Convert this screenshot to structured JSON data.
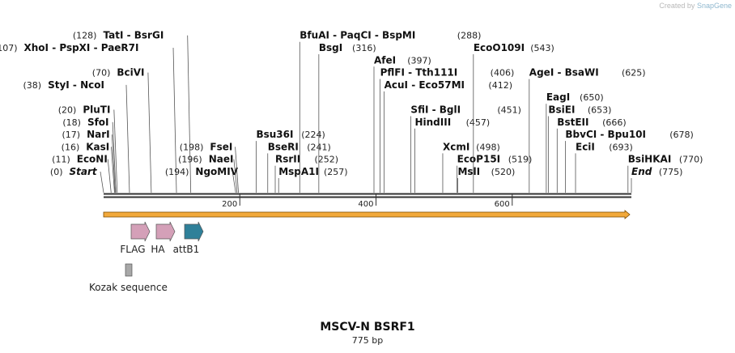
{
  "credit": {
    "prefix": "Created by",
    "brand": "SnapGene"
  },
  "title": "MSCV-N BSRF1",
  "length_label": "775 bp",
  "sequence_length": 775,
  "ticks": [
    {
      "pos": 200,
      "label": "200"
    },
    {
      "pos": 400,
      "label": "400"
    },
    {
      "pos": 600,
      "label": "600"
    }
  ],
  "colors": {
    "backbone": "#333333",
    "orf_fill": "#f2a93b",
    "orf_stroke": "#7a4a00",
    "flag": "#d4a0b8",
    "ha": "#d4a0b8",
    "attb1": "#2f8099",
    "kozak": "#a8a8a8"
  },
  "sites": [
    {
      "name": "Start",
      "pos": 0,
      "num": "(0)",
      "italic": true,
      "row": 0,
      "side": "left"
    },
    {
      "name": "EcoNI",
      "pos": 11,
      "num": "(11)",
      "row": 1,
      "side": "left"
    },
    {
      "name": "KasI",
      "pos": 16,
      "num": "(16)",
      "row": 2,
      "side": "left"
    },
    {
      "name": "NarI",
      "pos": 17,
      "num": "(17)",
      "row": 3,
      "side": "left"
    },
    {
      "name": "SfoI",
      "pos": 18,
      "num": "(18)",
      "row": 4,
      "side": "left"
    },
    {
      "name": "PluTI",
      "pos": 20,
      "num": "(20)",
      "row": 5,
      "side": "left"
    },
    {
      "name": "StyI  -  NcoI",
      "pos": 38,
      "num": "(38)",
      "row": 7,
      "side": "left"
    },
    {
      "name": "BciVI",
      "pos": 70,
      "num": "(70)",
      "row": 8,
      "side": "left"
    },
    {
      "name": "XhoI  -  PspXI  -  PaeR7I",
      "pos": 107,
      "num": "(107)",
      "row": 10,
      "side": "left"
    },
    {
      "name": "TatI  -  BsrGI",
      "pos": 128,
      "num": "(128)",
      "row": 11,
      "side": "left"
    },
    {
      "name": "NgoMIV",
      "pos": 194,
      "num": "(194)",
      "row": 0,
      "side": "left"
    },
    {
      "name": "NaeI",
      "pos": 196,
      "num": "(196)",
      "row": 1,
      "side": "left"
    },
    {
      "name": "FseI",
      "pos": 198,
      "num": "(198)",
      "row": 2,
      "side": "left"
    },
    {
      "name": "MspA1I",
      "pos": 257,
      "num": "(257)",
      "row": 0,
      "side": "right"
    },
    {
      "name": "RsrII",
      "pos": 252,
      "num": "(252)",
      "row": 1,
      "side": "right"
    },
    {
      "name": "BseRI",
      "pos": 241,
      "num": "(241)",
      "row": 2,
      "side": "right"
    },
    {
      "name": "Bsu36I",
      "pos": 224,
      "num": "(224)",
      "row": 3,
      "side": "right"
    },
    {
      "name": "BsgI",
      "pos": 316,
      "num": "(316)",
      "row": 10,
      "side": "right"
    },
    {
      "name": "BfuAI  -  PaqCI  -  BspMI",
      "pos": 288,
      "num": "(288)",
      "row": 11,
      "side": "right"
    },
    {
      "name": "AfeI",
      "pos": 397,
      "num": "(397)",
      "row": 9,
      "side": "right"
    },
    {
      "name": "PflFI  -  Tth111I",
      "pos": 406,
      "num": "(406)",
      "row": 8,
      "side": "right"
    },
    {
      "name": "AcuI  -  Eco57MI",
      "pos": 412,
      "num": "(412)",
      "row": 7,
      "side": "right"
    },
    {
      "name": "SfiI  -  BglI",
      "pos": 451,
      "num": "(451)",
      "row": 5,
      "side": "right"
    },
    {
      "name": "HindIII",
      "pos": 457,
      "num": "(457)",
      "row": 4,
      "side": "right"
    },
    {
      "name": "XcmI",
      "pos": 498,
      "num": "(498)",
      "row": 2,
      "side": "right"
    },
    {
      "name": "EcoP15I",
      "pos": 519,
      "num": "(519)",
      "row": 1,
      "side": "right"
    },
    {
      "name": "MslI",
      "pos": 520,
      "num": "(520)",
      "row": 0,
      "side": "right"
    },
    {
      "name": "EcoO109I",
      "pos": 543,
      "num": "(543)",
      "row": 10,
      "side": "right"
    },
    {
      "name": "AgeI  -  BsaWI",
      "pos": 625,
      "num": "(625)",
      "row": 8,
      "side": "right"
    },
    {
      "name": "EagI",
      "pos": 650,
      "num": "(650)",
      "row": 6,
      "side": "right"
    },
    {
      "name": "BsiEI",
      "pos": 653,
      "num": "(653)",
      "row": 5,
      "side": "right"
    },
    {
      "name": "BstEII",
      "pos": 666,
      "num": "(666)",
      "row": 4,
      "side": "right"
    },
    {
      "name": "BbvCI  -  Bpu10I",
      "pos": 678,
      "num": "(678)",
      "row": 3,
      "side": "right"
    },
    {
      "name": "EciI",
      "pos": 693,
      "num": "(693)",
      "row": 2,
      "side": "right"
    },
    {
      "name": "BsiHKAI",
      "pos": 770,
      "num": "(770)",
      "row": 1,
      "side": "right"
    },
    {
      "name": "End",
      "pos": 775,
      "num": "(775)",
      "italic": true,
      "row": 0,
      "side": "right"
    }
  ],
  "features": [
    {
      "name": "FLAG",
      "type": "arrow",
      "color_key": "flag"
    },
    {
      "name": "HA",
      "type": "arrow",
      "color_key": "ha"
    },
    {
      "name": "attB1",
      "type": "arrow",
      "color_key": "attb1"
    },
    {
      "name": "Kozak sequence",
      "type": "box",
      "color_key": "kozak"
    }
  ]
}
